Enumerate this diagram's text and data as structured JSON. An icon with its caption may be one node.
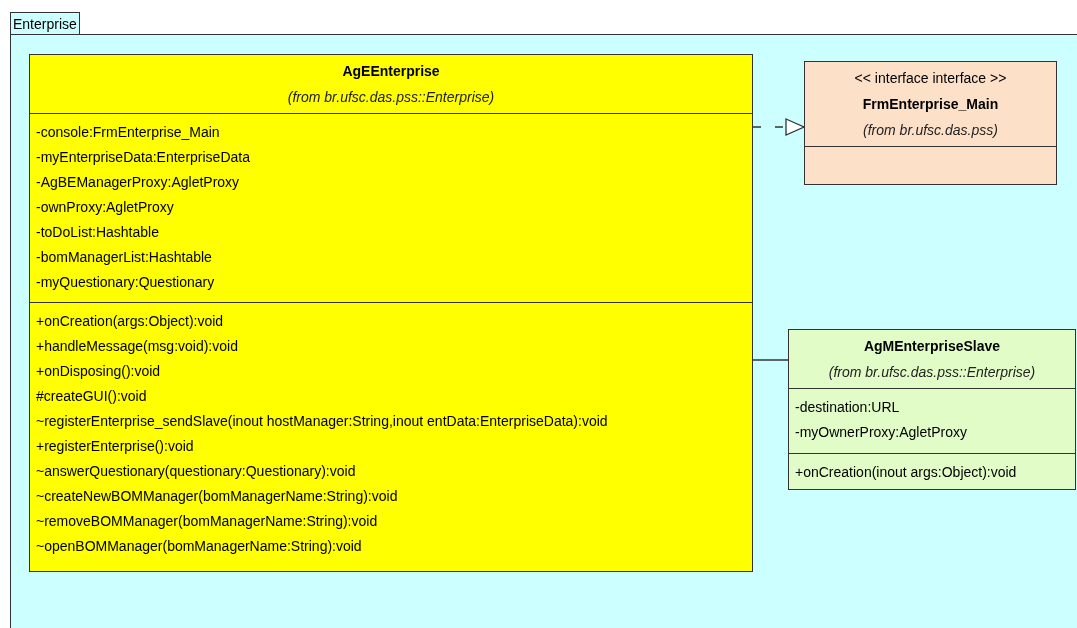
{
  "diagram": {
    "nodes": [
      {
        "text": [
          "Enterprise"
        ]
      },
      {
        "text": [
          "AgEEnterprise",
          "(from br.ufsc.das.pss::Enterprise)"
        ],
        "in": 0
      },
      {
        "text": [
          "-console:FrmEnterprise_Main",
          "-myEnterpriseData:EnterpriseData",
          "-AgBEManagerProxy:AgletProxy",
          "-ownProxy:AgletProxy",
          "-toDoList:Hashtable",
          "-bomManagerList:Hashtable",
          "-myQuestionary:Questionary"
        ],
        "in": 1
      },
      {
        "text": [
          "+onCreation(args:Object):void",
          "+handleMessage(msg:void):void",
          "+onDisposing():void",
          "#createGUI():void",
          "~registerEnterprise_sendSlave(inout hostManager:String,inout entData:EnterpriseData):void",
          "+registerEnterprise():void",
          "~answerQuestionary(questionary:Questionary):void",
          "~createNewBOMManager(bomManagerName:String):void",
          "~removeBOMManager(bomManagerName:String):void",
          "~openBOMManager(bomManagerName:String):void"
        ],
        "in": 1
      },
      {
        "text": [
          "<< interface interface >>",
          "FrmEnterprise_Main",
          "(from br.ufsc.das.pss)"
        ],
        "in": 0
      },
      {
        "text": [],
        "shape": "box",
        "in": 4
      },
      {
        "text": [
          "AgMEnterpriseSlave",
          "(from br.ufsc.das.pss::Enterprise)"
        ],
        "in": 0
      },
      {
        "text": [
          "-destination:URL",
          "-myOwnerProxy:AgletProxy"
        ],
        "in": 6
      },
      {
        "text": [
          "+onCreation(inout args:Object):void"
        ],
        "in": 6
      }
    ],
    "edges": [
      {
        "from": 1,
        "to": 4,
        "arrow": "to",
        "style": "dashed"
      },
      {
        "from": 1,
        "to": 6,
        "arrow": "none"
      }
    ]
  }
}
